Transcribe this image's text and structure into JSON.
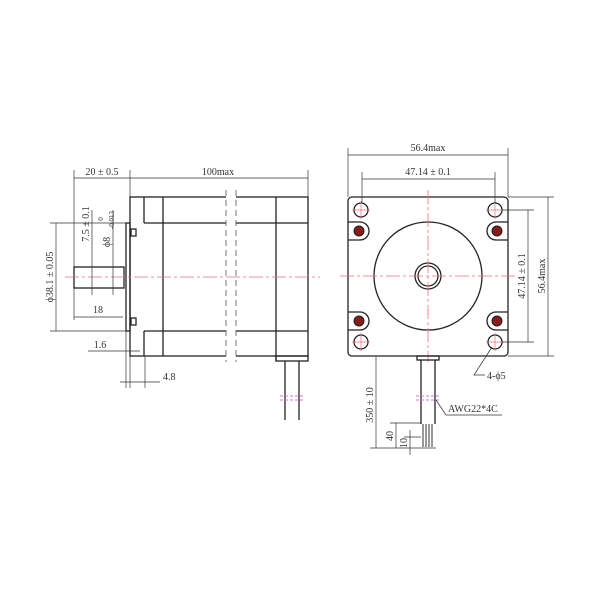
{
  "side_view": {
    "dim_shaft_length": "20 ± 0.5",
    "dim_body_length": "100max",
    "dim_pilot_dia": "ϕ38.1 ± 0.05",
    "dim_flat": "7.5 ± 0.1",
    "dim_shaft_dia": "ϕ8",
    "dim_shaft_tol_upper": "0",
    "dim_shaft_tol_lower": "-0.013",
    "dim_flat_length": "18",
    "dim_pilot_depth": "1.6",
    "dim_flange": "4.8"
  },
  "front_view": {
    "dim_width": "56.4max",
    "dim_hole_spacing_h": "47.14 ± 0.1",
    "dim_hole_spacing_v": "47.14 ± 0.1",
    "dim_height": "56.4max",
    "dim_holes": "4-ϕ5",
    "dim_lead_length": "350 ± 10",
    "dim_strip_40": "40",
    "dim_strip_10": "10",
    "wire_spec": "AWG22*4C"
  },
  "colors": {
    "centerline": "#e8707a",
    "line": "#222222",
    "screw": "#8b1a1a"
  }
}
